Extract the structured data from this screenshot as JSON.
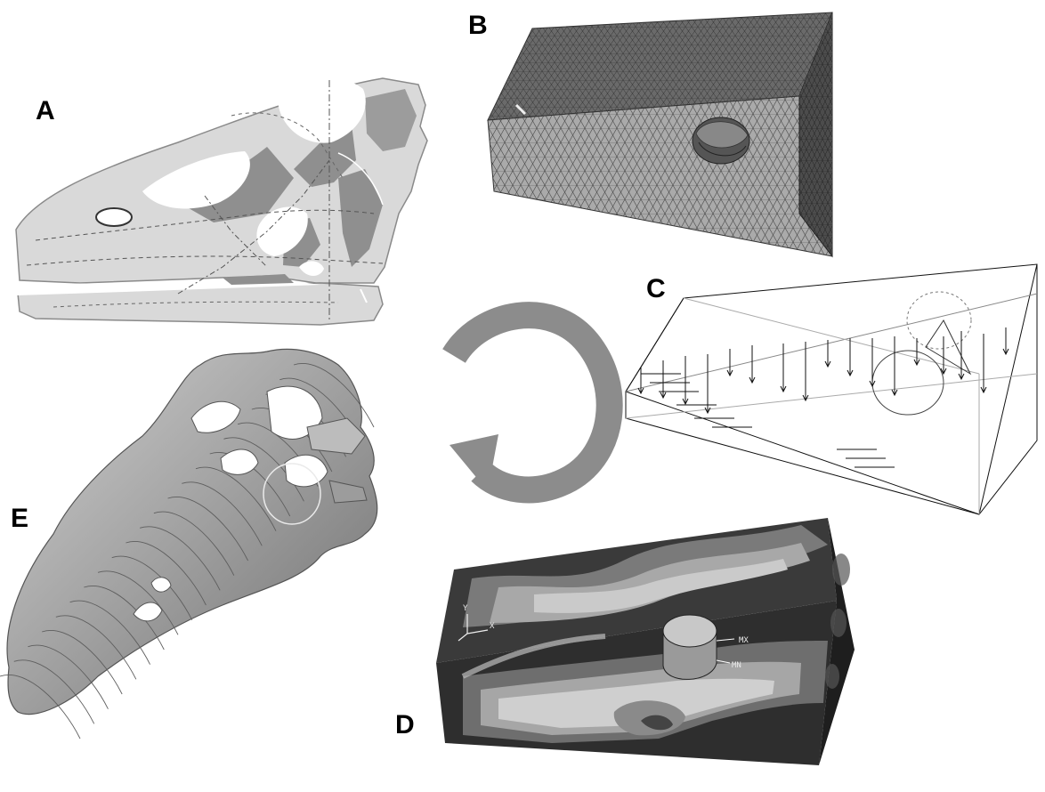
{
  "labels": {
    "a": "A",
    "b": "B",
    "c": "C",
    "d": "D",
    "e": "E"
  },
  "panel_d": {
    "axis_y": "Y",
    "axis_x": "X",
    "mx": "MX",
    "mn": "MN"
  },
  "colors": {
    "skull_light": "#d6d6d6",
    "skull_mid": "#9a9a9a",
    "mesh_face": "#a9a9a9",
    "mesh_dark": "#3a3a3a",
    "arrow_cycle": "#8c8c8c",
    "contour_dark": "#2a2a2a",
    "contour_light": "#cfcfcf",
    "solid_model": "#a8a8a8"
  }
}
